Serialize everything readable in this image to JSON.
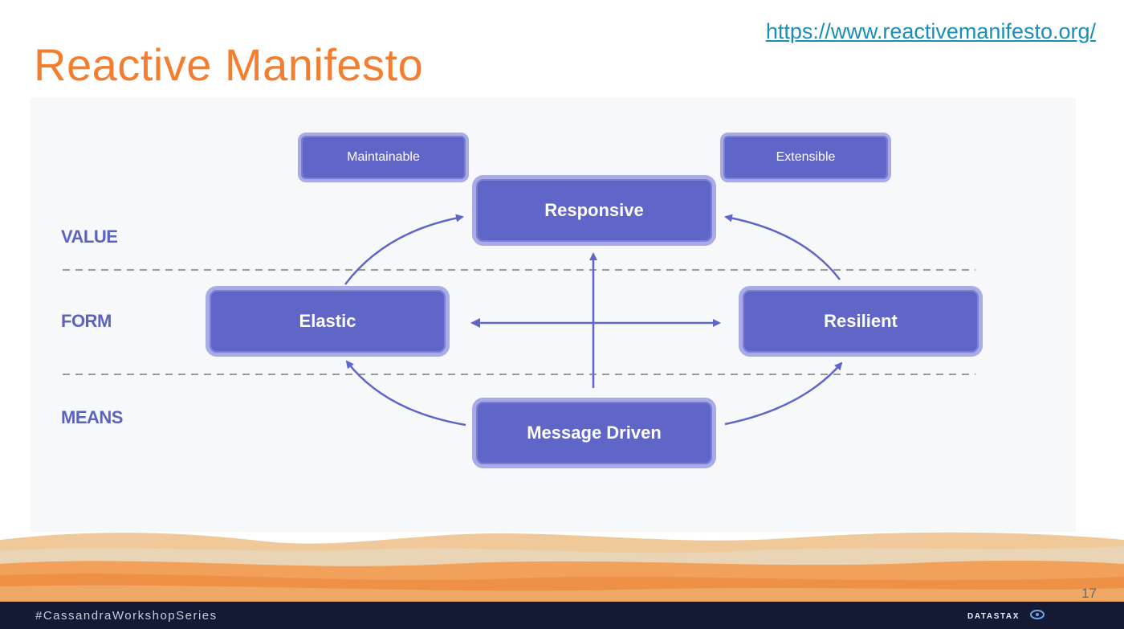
{
  "slide": {
    "title": "Reactive Manifesto",
    "link": "https://www.reactivemanifesto.org/",
    "page_number": "17",
    "hashtag": "#CassandraWorkshopSeries",
    "brand": "DATASTAX"
  },
  "diagram": {
    "row_labels": {
      "value": "VALUE",
      "form": "FORM",
      "means": "MEANS"
    },
    "nodes": {
      "maintainable": "Maintainable",
      "extensible": "Extensible",
      "responsive": "Responsive",
      "elastic": "Elastic",
      "resilient": "Resilient",
      "message_driven": "Message Driven"
    },
    "colors": {
      "node_fill": "#6066c7",
      "node_border": "#a8abe6",
      "arrow": "#6066c7",
      "row_label": "#5c63be",
      "dashed_line": "#9a9a9a"
    }
  },
  "colors": {
    "title": "#f47e2f",
    "link": "#1a8fb6",
    "footer": "#141a33"
  }
}
